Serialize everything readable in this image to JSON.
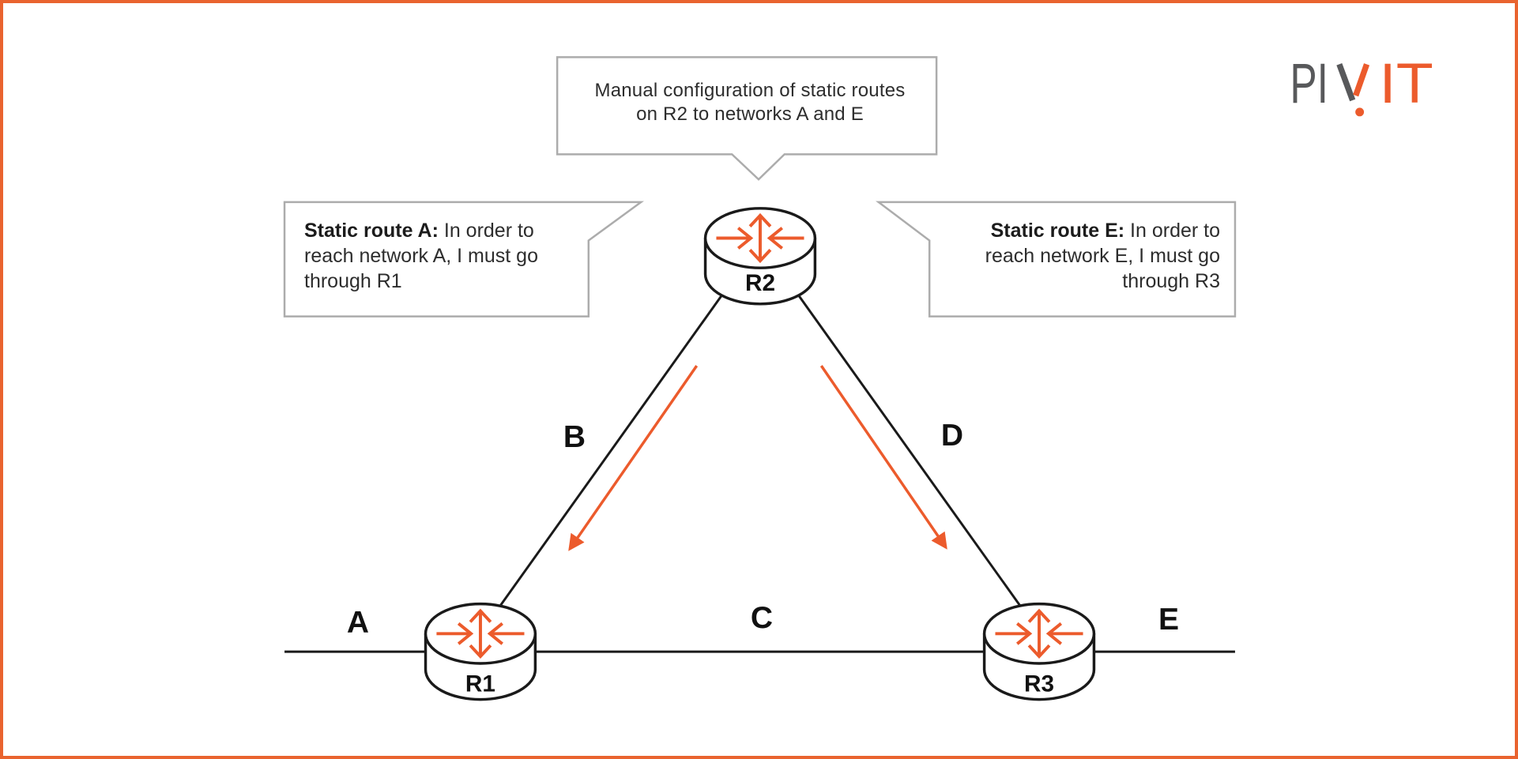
{
  "colors": {
    "accent_orange": "#EC5B2C",
    "canvas_border_orange": "#E9632F",
    "ink": "#1A1A1A",
    "callout_border_gray": "#ACACAC",
    "callout_text": "#2D2D2D",
    "logo_gray": "#58595B",
    "background": "#FFFFFF"
  },
  "logo": {
    "gray_letters": "PI",
    "v_letter": "V",
    "orange_letters": "IT"
  },
  "callouts": {
    "top": {
      "line1": "Manual configuration of static routes",
      "line2": "on R2 to networks A and E"
    },
    "left": {
      "bold": "Static route A:",
      "line1_rest": " In order to",
      "line2": "reach network A, I must go",
      "line3": "through R1"
    },
    "right": {
      "bold": "Static route E:",
      "line1_rest": " In order to",
      "line2": "reach network E, I must go",
      "line3": "through R3"
    }
  },
  "labels": {
    "router_r1": "R1",
    "router_r2": "R2",
    "router_r3": "R3",
    "network_a": "A",
    "network_b": "B",
    "network_c": "C",
    "network_d": "D",
    "network_e": "E"
  },
  "diagram": {
    "type": "network-topology",
    "links": [
      {
        "from": "R2",
        "to": "R1",
        "label": "B"
      },
      {
        "from": "R2",
        "to": "R3",
        "label": "D"
      },
      {
        "from": "R1",
        "to": "R3",
        "label": "C"
      },
      {
        "network": "A",
        "attached_to": "R1"
      },
      {
        "network": "E",
        "attached_to": "R3"
      }
    ],
    "arrows": [
      {
        "from": "R2",
        "to": "R1",
        "color": "orange"
      },
      {
        "from": "R2",
        "to": "R3",
        "color": "orange"
      }
    ]
  }
}
